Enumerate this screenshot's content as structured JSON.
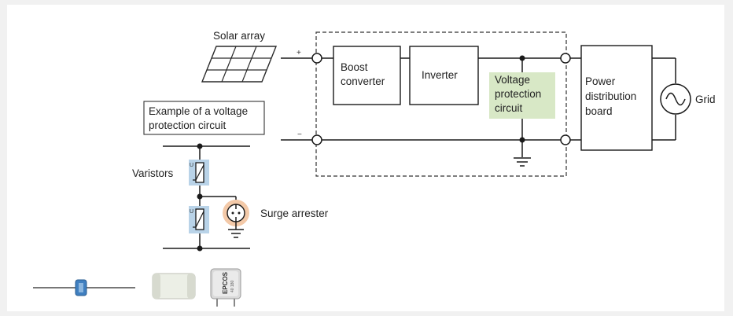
{
  "diagram": {
    "solar_array_label": "Solar array",
    "plus_sign": "+",
    "minus_sign": "−",
    "boost_line1": "Boost",
    "boost_line2": "converter",
    "inverter_label": "Inverter",
    "vpc_line1": "Voltage",
    "vpc_line2": "protection",
    "vpc_line3": "circuit",
    "pdb_line1": "Power",
    "pdb_line2": "distribution",
    "pdb_line3": "board",
    "grid_label": "Grid",
    "example_line1": "Example of a voltage",
    "example_line2": "protection circuit",
    "varistors_label": "Varistors",
    "surge_label": "Surge arrester",
    "u_mark": "U",
    "epcos_text": "EPCOS",
    "epcos_sub": "40 180"
  },
  "colors": {
    "background": "#f1f1f1",
    "panel": "#ffffff",
    "voltage_protection_highlight": "#d8e8c6",
    "varistor_highlight": "#b9d3e8",
    "arrester_highlight": "#f3c9a8",
    "wire": "#1a1a1a",
    "component_blue": "#3f7fc0"
  }
}
